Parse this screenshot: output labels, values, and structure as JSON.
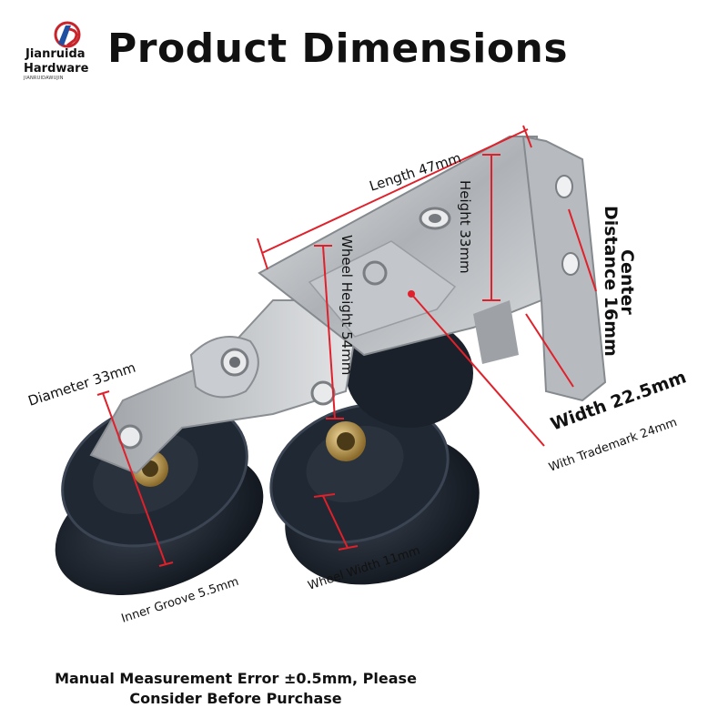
{
  "header": {
    "title": "Product Dimensions",
    "brand_line1": "Jianruida",
    "brand_line2": "Hardware",
    "brand_small": "JIANRUIDAWUJIN"
  },
  "dimensions": {
    "length": "Length 47mm",
    "height": "Height 33mm",
    "wheel_height": "Wheel Height 54mm",
    "center_distance_line1": "Center",
    "center_distance_line2": "Distance 16mm",
    "diameter": "Diameter 33mm",
    "width": "Width 22.5mm",
    "trademark": "With Trademark 24mm",
    "wheel_width": "Wheel Width 11mm",
    "inner_groove": "Inner Groove 5.5mm"
  },
  "footer": {
    "note_line1": "Manual Measurement Error ±0.5mm, Please",
    "note_line2": "Consider Before Purchase"
  },
  "colors": {
    "dimension_line": "#e0202a",
    "text": "#111111",
    "wheel": "#1e2530",
    "bracket": "#b9bcc0"
  }
}
